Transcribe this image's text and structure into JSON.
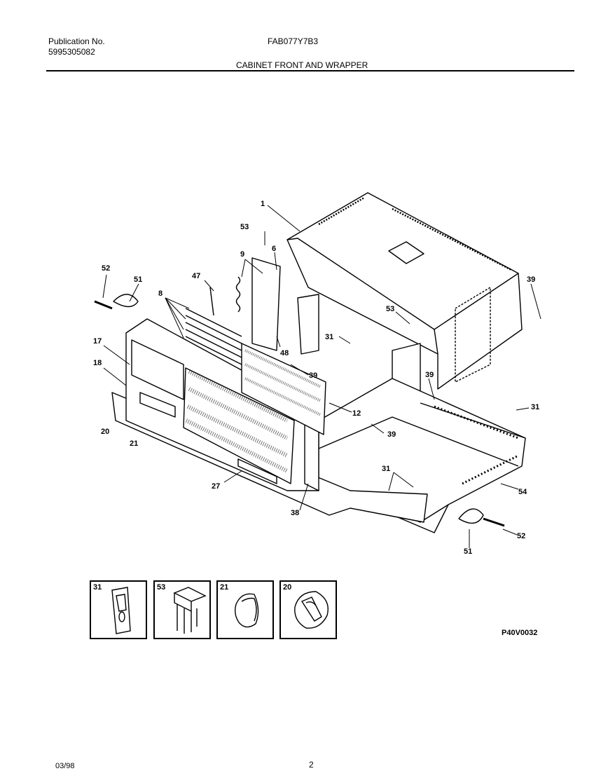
{
  "header": {
    "publication_label": "Publication No.",
    "publication_number": "5995305082",
    "model": "FAB077Y7B3",
    "section_title": "CABINET FRONT AND WRAPPER"
  },
  "callouts": {
    "c1": "1",
    "c53a": "53",
    "c6": "6",
    "c9": "9",
    "c47": "47",
    "c8": "8",
    "c52a": "52",
    "c51a": "51",
    "c17": "17",
    "c18": "18",
    "c20": "20",
    "c21": "21",
    "c48": "48",
    "c31a": "31",
    "c53b": "53",
    "c39a": "39",
    "c39b": "39",
    "c39c": "39",
    "c39d": "39",
    "c12": "12",
    "c31b": "31",
    "c31c": "31",
    "c54": "54",
    "c27": "27",
    "c38": "38",
    "c51b": "51",
    "c52b": "52"
  },
  "thumbnails": [
    {
      "number": "31",
      "icon": "clip-icon"
    },
    {
      "number": "53",
      "icon": "bracket-icon"
    },
    {
      "number": "21",
      "icon": "knob-icon"
    },
    {
      "number": "20",
      "icon": "knob-pointer-icon"
    }
  ],
  "figure_code": "P40V0032",
  "footer": {
    "date": "03/98",
    "page": "2"
  }
}
